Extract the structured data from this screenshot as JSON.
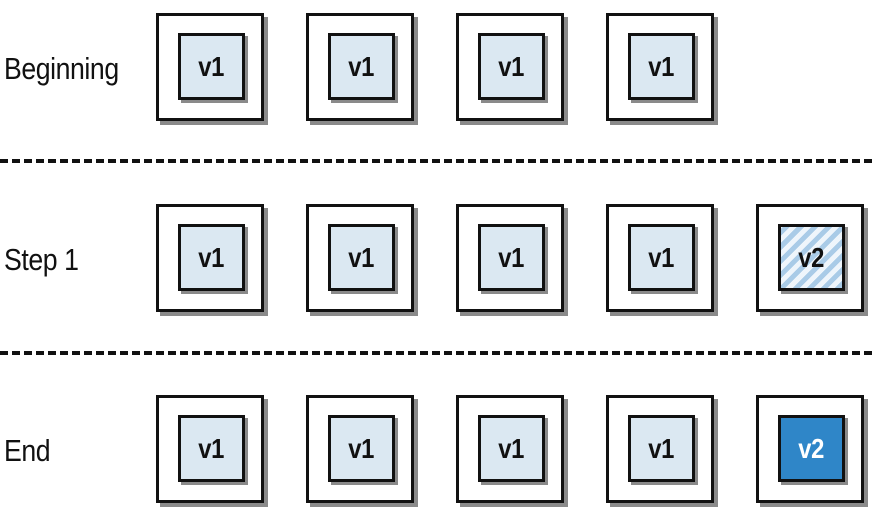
{
  "rows": [
    {
      "label": "Beginning",
      "pods": [
        {
          "version": "v1",
          "state": "running"
        },
        {
          "version": "v1",
          "state": "running"
        },
        {
          "version": "v1",
          "state": "running"
        },
        {
          "version": "v1",
          "state": "running"
        }
      ]
    },
    {
      "label": "Step 1",
      "pods": [
        {
          "version": "v1",
          "state": "running"
        },
        {
          "version": "v1",
          "state": "running"
        },
        {
          "version": "v1",
          "state": "running"
        },
        {
          "version": "v1",
          "state": "running"
        },
        {
          "version": "v2",
          "state": "pending"
        }
      ]
    },
    {
      "label": "End",
      "pods": [
        {
          "version": "v1",
          "state": "running"
        },
        {
          "version": "v1",
          "state": "running"
        },
        {
          "version": "v1",
          "state": "running"
        },
        {
          "version": "v1",
          "state": "running"
        },
        {
          "version": "v2",
          "state": "running"
        }
      ]
    }
  ],
  "colors": {
    "v1_fill": "#dbe8f2",
    "v2_pending_stripe": "#a9cbe7",
    "v2_running_fill": "#2f86c8"
  }
}
